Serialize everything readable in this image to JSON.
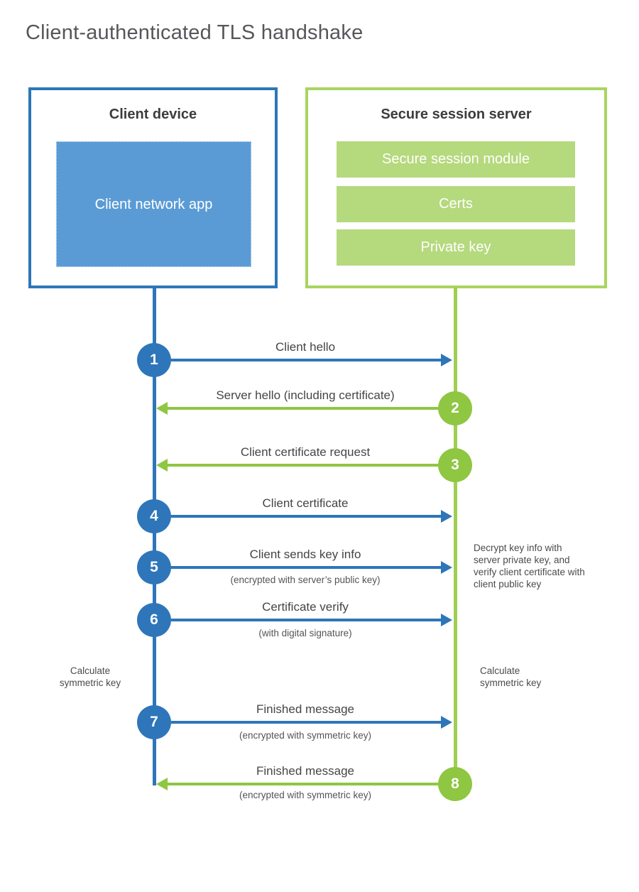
{
  "title": "Client-authenticated TLS handshake",
  "client": {
    "title": "Client device",
    "app_label": "Client network app"
  },
  "server": {
    "title": "Secure session server",
    "modules": [
      "Secure session module",
      "Certs",
      "Private key"
    ]
  },
  "steps": [
    {
      "num": "1",
      "label": "Client hello"
    },
    {
      "num": "2",
      "label": "Server hello (including certificate)"
    },
    {
      "num": "3",
      "label": "Client certificate request"
    },
    {
      "num": "4",
      "label": "Client certificate"
    },
    {
      "num": "5",
      "label": "Client sends key info",
      "sub": "(encrypted with server’s public key)"
    },
    {
      "num": "6",
      "label": "Certificate verify",
      "sub": "(with digital signature)"
    },
    {
      "num": "7",
      "label": "Finished message",
      "sub": "(encrypted with symmetric key)"
    },
    {
      "num": "8",
      "label": "Finished message",
      "sub": "(encrypted with symmetric key)"
    }
  ],
  "annotations": {
    "server_note": "Decrypt key info with server private key, and verify client certificate with client public key",
    "client_calc": "Calculate symmetric key",
    "server_calc": "Calculate symmetric key"
  },
  "colors": {
    "blue": "#2e76b9",
    "light_blue": "#5b9bd5",
    "green": "#8fc642",
    "green_line": "#a0ce52",
    "green_border": "#a9d45f",
    "green_bar": "#b5d97d"
  }
}
